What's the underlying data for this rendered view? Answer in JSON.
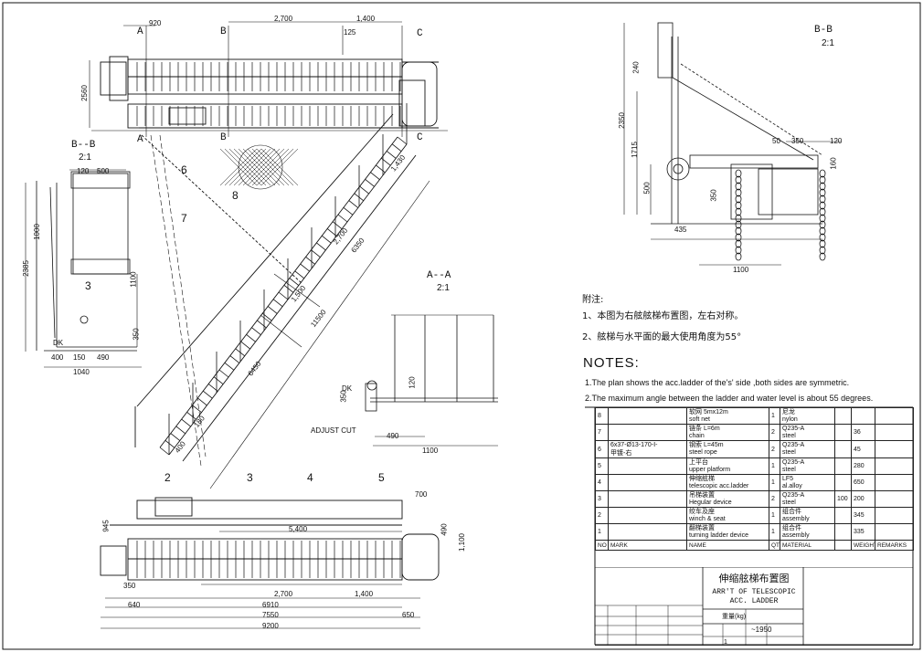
{
  "views": {
    "bb_left": {
      "title": "B--B",
      "scale": "2:1"
    },
    "bb_right": {
      "title": "B-B",
      "scale": "2:1"
    },
    "aa": {
      "title": "A--A",
      "scale": "2:1"
    }
  },
  "section_marks": {
    "a": "A",
    "b": "B",
    "c": "C"
  },
  "dimensions": {
    "top_920": "920",
    "top_2700": "2,700",
    "top_1400": "1,400",
    "top_125": "125",
    "top_2560": "2560",
    "bb_120": "120",
    "bb_500": "500",
    "bb_1000": "1000",
    "bb_2385": "2385",
    "bb_1100": "1100",
    "bb_350": "350",
    "bb_400": "400",
    "bb_150": "150",
    "bb_490": "490",
    "bb_1040": "1040",
    "bb_dk": "DK",
    "diag_1430": "1,430",
    "diag_2700": "2,700",
    "diag_6350": "6350",
    "diag_1500": "1,500",
    "diag_11500": "11500",
    "diag_6450": "6450",
    "diag_180": "180",
    "diag_400": "400",
    "aa_350": "350",
    "aa_120": "120",
    "aa_490": "490",
    "aa_1100": "1100",
    "aa_dk": "DK",
    "aa_adjust": "ADJUST CUT",
    "bot_945": "945",
    "bot_700": "700",
    "bot_5400": "5,400",
    "bot_490": "490",
    "bot_1100": "1,100",
    "bot_350": "350",
    "bot_2700": "2,700",
    "bot_1400": "1,400",
    "bot_640": "640",
    "bot_6910": "6910",
    "bot_7550": "7550",
    "bot_650": "650",
    "bot_9200": "9200",
    "r_240": "240",
    "r_2350": "2350",
    "r_1715": "1715",
    "r_500": "500",
    "r_435": "435",
    "r_1100": "1100",
    "r_350": "350",
    "r_120": "120",
    "r_160": "160",
    "r_350b": "350",
    "r_50": "50"
  },
  "callouts": [
    "2",
    "3",
    "4",
    "5",
    "6",
    "7",
    "8"
  ],
  "callout_left": "3",
  "notes": {
    "cn_title": "附注:",
    "cn_1": "1、本图为右舷舷梯布置图，左右对称。",
    "cn_2": "2、舷梯与水平面的最大使用角度为55°",
    "en_title": "NOTES:",
    "en_1": "1.The plan shows the acc.ladder of the's' side ,both sides are symmetric.",
    "en_2": "2.The maximum angle between the ladder and water level is about 55 degrees."
  },
  "bom": {
    "rows": [
      {
        "no": "8",
        "mark": "",
        "name_cn": "软网 5mx12m",
        "name_en": "soft net",
        "qty": "1",
        "mat_cn": "尼龙",
        "mat_en": "nylon",
        "w1": "",
        "w2": ""
      },
      {
        "no": "7",
        "mark": "",
        "name_cn": "链条 L=6m",
        "name_en": "chain",
        "qty": "2",
        "mat_cn": "Q235-A",
        "mat_en": "steel",
        "w1": "",
        "w2": "36"
      },
      {
        "no": "6",
        "mark": "6x37-Ø13-170-Ⅰ-\n甲镀-右",
        "name_cn": "钢索 L=45m",
        "name_en": "steel rope",
        "qty": "2",
        "mat_cn": "Q235-A",
        "mat_en": "steel",
        "w1": "",
        "w2": "45"
      },
      {
        "no": "5",
        "mark": "",
        "name_cn": "上平台",
        "name_en": "upper platform",
        "qty": "1",
        "mat_cn": "Q235-A",
        "mat_en": "steel",
        "w1": "",
        "w2": "280"
      },
      {
        "no": "4",
        "mark": "",
        "name_cn": "伸缩舷梯",
        "name_en": "telescopic acc.ladder",
        "qty": "1",
        "mat_cn": "LF5",
        "mat_en": "al.alloy",
        "w1": "",
        "w2": "650"
      },
      {
        "no": "3",
        "mark": "",
        "name_cn": "吊梯装置",
        "name_en": "Hegular device",
        "qty": "2",
        "mat_cn": "Q235-A",
        "mat_en": "steel",
        "w1": "100",
        "w2": "200"
      },
      {
        "no": "2",
        "mark": "",
        "name_cn": "绞车及座",
        "name_en": "winch & seat",
        "qty": "1",
        "mat_cn": "组合件",
        "mat_en": "assembly",
        "w1": "",
        "w2": "345"
      },
      {
        "no": "1",
        "mark": "",
        "name_cn": "翻梯装置",
        "name_en": "turning ladder device",
        "qty": "1",
        "mat_cn": "组合件",
        "mat_en": "assembly",
        "w1": "",
        "w2": "335"
      }
    ],
    "header": {
      "no": "NO",
      "mark": "MARK",
      "name": "NAME",
      "qty": "QTY",
      "material": "MATERIAL",
      "weight": "WEIGHT",
      "remarks": "REMARKS"
    }
  },
  "title_block": {
    "title_cn": "伸缩舷梯布置图",
    "title_en_1": "ARR'T OF TELESCOPIC",
    "title_en_2": "ACC. LADDER",
    "weight_label": "重量(kg)",
    "weight_value": "~1950",
    "sheet": "1"
  }
}
